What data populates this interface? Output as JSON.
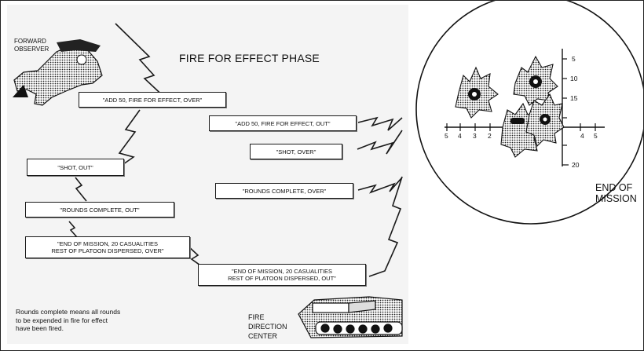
{
  "title": "FIRE FOR EFFECT PHASE",
  "forward_observer": "FORWARD\nOBSERVER",
  "fdc": "FIRE\nDIRECTION\nCENTER",
  "messages": {
    "add50_over": "\"ADD 50, FIRE FOR EFFECT, OVER\"",
    "add50_out": "\"ADD 50, FIRE FOR EFFECT, OUT\"",
    "shot_over": "\"SHOT, OVER\"",
    "shot_out": "\"SHOT, OUT\"",
    "rounds_over": "\"ROUNDS COMPLETE, OVER\"",
    "rounds_out": "\"ROUNDS COMPLETE, OUT\"",
    "eom_over": "\"END  OF MISSION, 20 CASUALITIES\nREST OF PLATOON DISPERSED, OVER\"",
    "eom_out": "\"END  OF MISSION, 20 CASUALITIES\nREST OF PLATOON DISPERSED, OUT\""
  },
  "note": "Rounds complete means all rounds\nto be expended in fire for effect\nhave been fired.",
  "end_label": "END OF\nMISSION",
  "reticle": {
    "h_ticks": [
      "5",
      "4",
      "3",
      "2",
      "4",
      "5"
    ],
    "v_ticks": [
      "5",
      "10",
      "15",
      "20"
    ]
  }
}
